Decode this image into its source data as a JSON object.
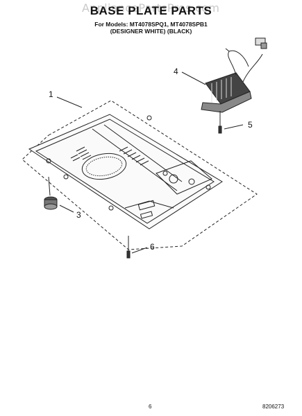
{
  "header": {
    "watermark": "AppliancePartsPros.com",
    "title": "BASE PLATE PARTS",
    "models_line": "For Models: MT4078SPQ1, MT4078SPB1",
    "colors_line": "(DESIGNER WHITE)  (BLACK)"
  },
  "callouts": [
    {
      "id": "c1",
      "label": "1"
    },
    {
      "id": "c3",
      "label": "3"
    },
    {
      "id": "c4",
      "label": "4"
    },
    {
      "id": "c5",
      "label": "5"
    },
    {
      "id": "c6",
      "label": "6"
    }
  ],
  "footer": {
    "page_number": "6",
    "part_number": "8206273"
  }
}
